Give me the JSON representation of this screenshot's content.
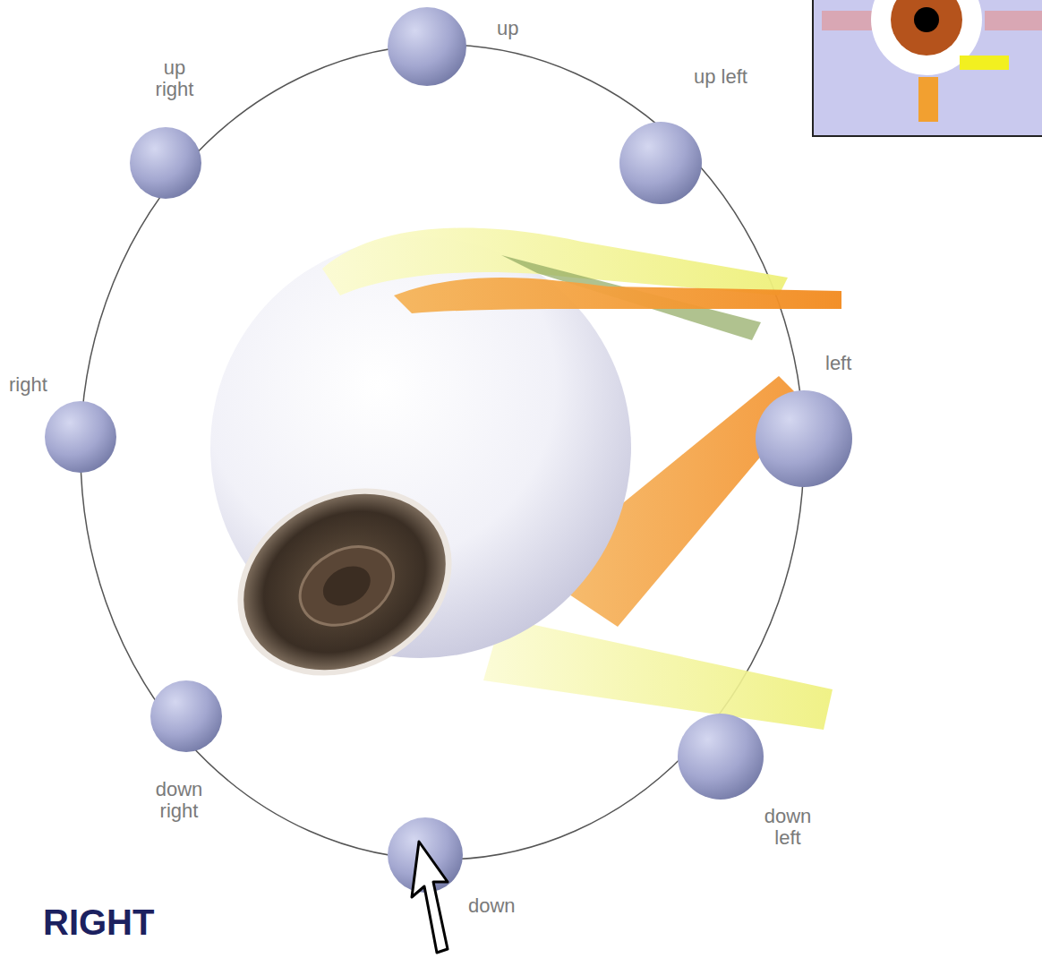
{
  "diagram": {
    "labels": [
      "up",
      "up left",
      "left",
      "down left",
      "down",
      "down right",
      "right",
      "up right",
      "RIGHT"
    ]
  }
}
